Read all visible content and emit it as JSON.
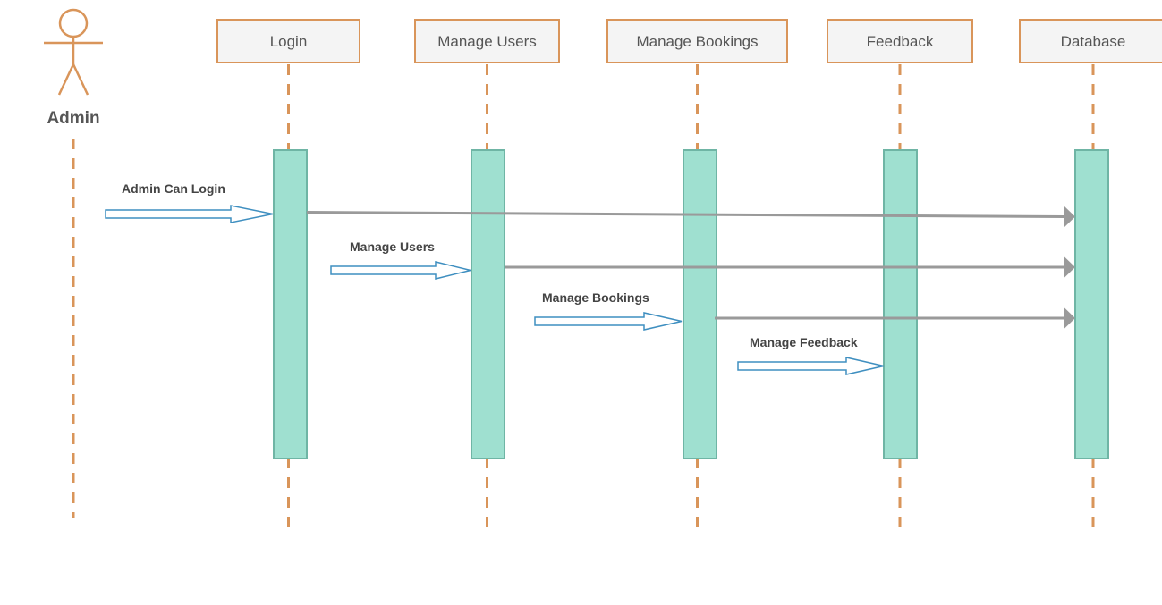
{
  "actor": {
    "name": "Admin",
    "icon": "stick-figure-icon"
  },
  "participants": [
    {
      "id": "login",
      "label": "Login"
    },
    {
      "id": "manage-users",
      "label": "Manage Users"
    },
    {
      "id": "manage-bookings",
      "label": "Manage Bookings"
    },
    {
      "id": "feedback",
      "label": "Feedback"
    },
    {
      "id": "database",
      "label": "Database"
    }
  ],
  "messages": [
    {
      "label": "Admin Can Login",
      "from": "admin",
      "to": "login"
    },
    {
      "label": "Manage Users",
      "from": "admin",
      "to": "manage-users"
    },
    {
      "label": "Manage Bookings",
      "from": "admin",
      "to": "manage-bookings"
    },
    {
      "label": "Manage Feedback",
      "from": "admin",
      "to": "feedback"
    }
  ],
  "database_calls": [
    {
      "from": "login",
      "to": "database"
    },
    {
      "from": "manage-users",
      "to": "database"
    },
    {
      "from": "manage-bookings",
      "to": "database"
    }
  ],
  "colors": {
    "participant_border": "#d9955a",
    "participant_fill": "#f4f4f4",
    "lifeline": "#d9955a",
    "activation_fill": "#9fe0d0",
    "activation_border": "#6fb5a5",
    "message_arrow": "#3f8fc0",
    "database_arrow": "#9a9a9a",
    "text": "#555555"
  }
}
